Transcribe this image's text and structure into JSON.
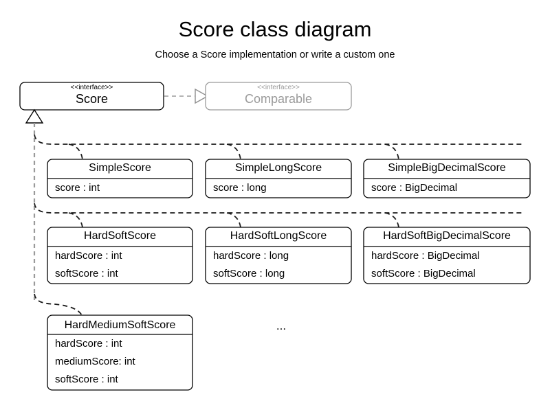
{
  "header": {
    "title": "Score class diagram",
    "subtitle": "Choose a Score implementation or write a custom one"
  },
  "interfaces": {
    "score": {
      "stereotype": "<<interface>>",
      "name": "Score"
    },
    "comparable": {
      "stereotype": "<<interface>>",
      "name": "Comparable"
    }
  },
  "classes": [
    {
      "name": "SimpleScore",
      "attributes": [
        "score : int"
      ]
    },
    {
      "name": "SimpleLongScore",
      "attributes": [
        "score : long"
      ]
    },
    {
      "name": "SimpleBigDecimalScore",
      "attributes": [
        "score : BigDecimal"
      ]
    },
    {
      "name": "HardSoftScore",
      "attributes": [
        "hardScore : int",
        "softScore : int"
      ]
    },
    {
      "name": "HardSoftLongScore",
      "attributes": [
        "hardScore : long",
        "softScore : long"
      ]
    },
    {
      "name": "HardSoftBigDecimalScore",
      "attributes": [
        "hardScore : BigDecimal",
        "softScore : BigDecimal"
      ]
    },
    {
      "name": "HardMediumSoftScore",
      "attributes": [
        "hardScore : int",
        "mediumScore: int",
        "softScore : int"
      ]
    }
  ],
  "more_indicator": "...",
  "colors": {
    "background": "#ffffff",
    "line": "#000000",
    "muted": "#9a9a9a",
    "branch": "#1a1a1a"
  }
}
